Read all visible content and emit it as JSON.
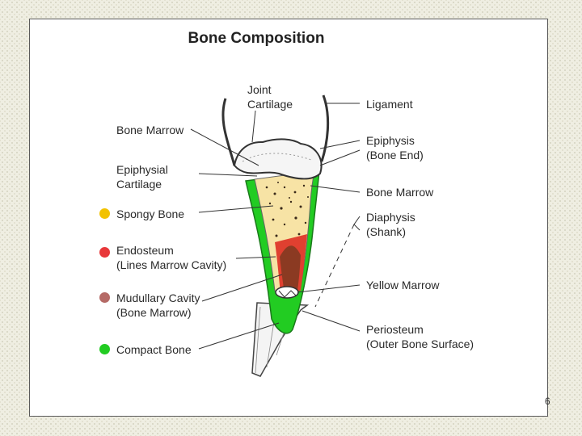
{
  "title": "Bone Composition",
  "labels": {
    "joint_cartilage": [
      "Joint",
      "Cartilage"
    ],
    "ligament": "Ligament",
    "bone_marrow_left": "Bone Marrow",
    "epiphysis": [
      "Epiphysis",
      "(Bone End)"
    ],
    "epiphysial_cartilage": [
      "Epiphysial",
      "Cartilage"
    ],
    "bone_marrow_right": "Bone Marrow",
    "spongy_bone": "Spongy Bone",
    "diaphysis": [
      "Diaphysis",
      "(Shank)"
    ],
    "endosteum": [
      "Endosteum",
      "(Lines Marrow Cavity)"
    ],
    "medullary_cavity": [
      "Mudullary Cavity",
      "(Bone Marrow)"
    ],
    "yellow_marrow": "Yellow Marrow",
    "periosteum": [
      "Periosteum",
      "(Outer Bone Surface)"
    ],
    "compact_bone": "Compact Bone"
  },
  "legend_colors": {
    "spongy_bone": "#f2c200",
    "endosteum": "#e8383a",
    "medullary_cavity": "#b56a66",
    "compact_bone": "#22cc22"
  },
  "page_number": "6"
}
